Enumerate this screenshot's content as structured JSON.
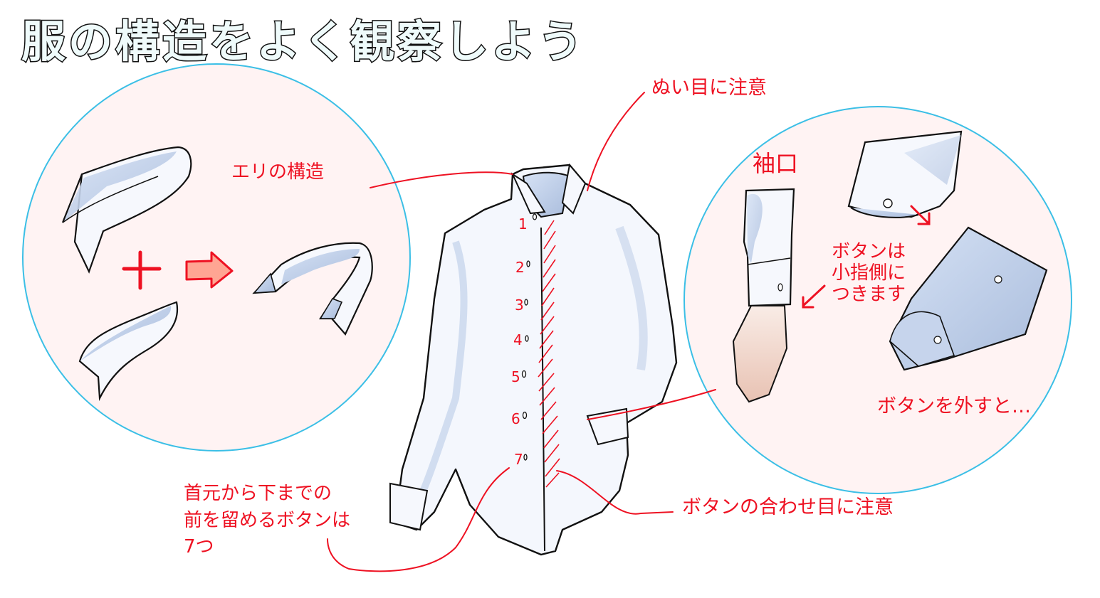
{
  "title": "服の構造をよく観察しよう",
  "colors": {
    "annotation_red": "#ee1122",
    "circle_border": "#3bbfe6",
    "circle_fill": "#fff3f3",
    "shirt_fill": "#f4f7fd",
    "shirt_shadow": "#b8c8e2",
    "title_fill": "#effbfb",
    "arrow_fill": "#ffa593"
  },
  "collar_panel": {
    "label": "エリの構造",
    "plus_symbol": "+",
    "arrow": "right-arrow"
  },
  "shirt": {
    "button_numbers": [
      "1",
      "2",
      "3",
      "4",
      "5",
      "6",
      "7"
    ]
  },
  "cuff_panel": {
    "label": "袖口",
    "note_button_side": "ボタンは\n小指側に\nつきます",
    "note_unbutton": "ボタンを外すと…"
  },
  "annotations": {
    "seam": "ぬい目に注意",
    "button_overlap": "ボタンの合わせ目に注意",
    "front_buttons": "首元から下までの\n前を留めるボタンは\n7つ"
  }
}
